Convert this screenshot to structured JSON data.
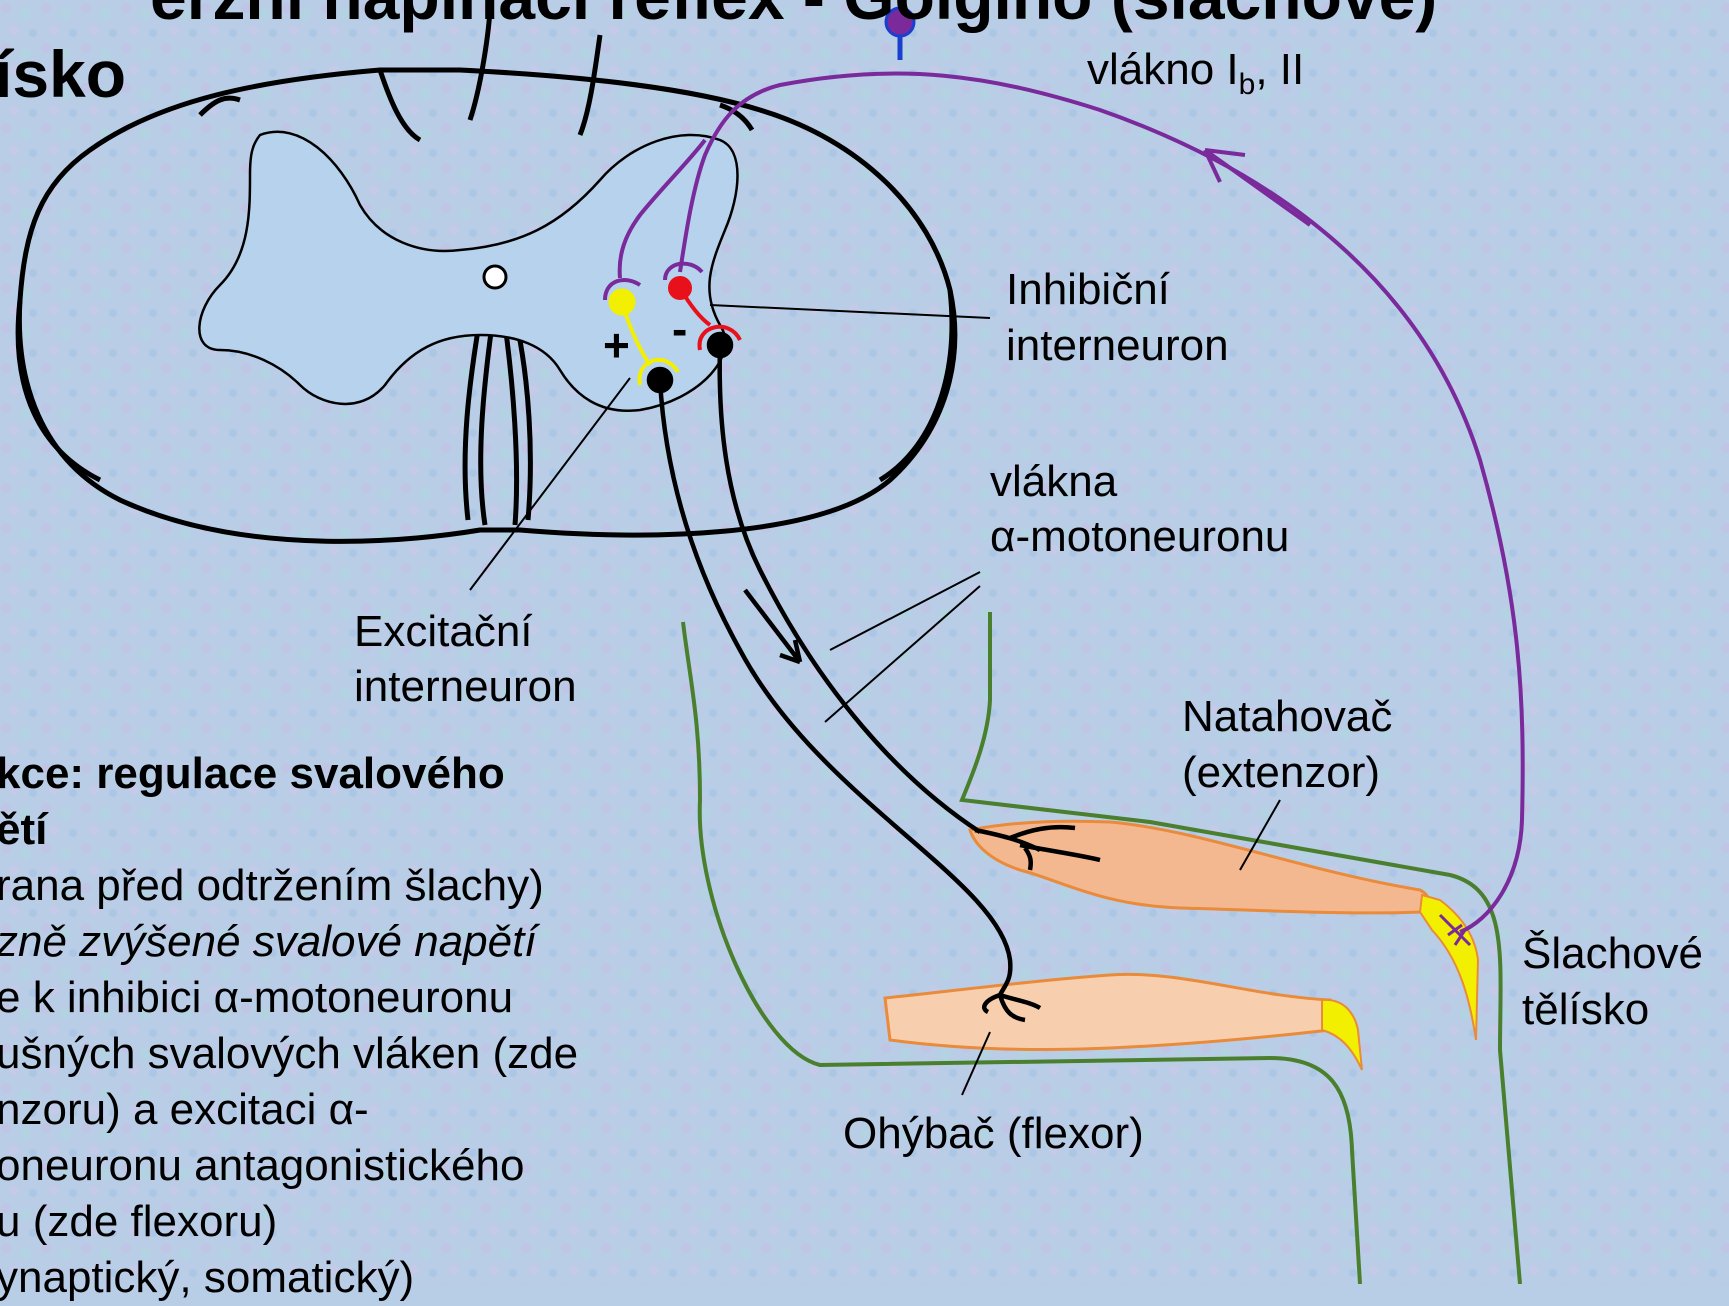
{
  "title": {
    "line1": "erzní napínací reflex - Golgiho (šlachové)",
    "line2": "ísko"
  },
  "labels": {
    "fiber_ib_main": "vlákno I",
    "fiber_ib_sub": "b",
    "fiber_ib_rest": ", II",
    "inhibitory_1": "Inhibiční",
    "inhibitory_2": "interneuron",
    "alpha_1": "vlákna",
    "alpha_2": "α-motoneuronu",
    "excitatory_1": "Excitační",
    "excitatory_2": "interneuron",
    "extensor_1": "Natahovač",
    "extensor_2": "(extenzor)",
    "tendon_1": "Šlachové",
    "tendon_2": "tělísko",
    "flexor": "Ohýbač (flexor)",
    "plus_sign": "+",
    "minus_sign": "-"
  },
  "left_text": {
    "line1": "kce: regulace svalového",
    "line2": "ětí",
    "line3": "rana před odtržením šlachy)",
    "line4": "zně zvýšené svalové napětí",
    "line5": "e k inhibici α-motoneuronu",
    "line6": "ušných svalových vláken (zde",
    "line7": "nzoru) a excitaci α-",
    "line8": "oneuronu antagonistického",
    "line9": "u (zde flexoru)",
    "line10": "ynaptický, somatický)"
  },
  "colors": {
    "background": "#b8cde6",
    "grey_matter": "#b5d0ea",
    "afferent_fiber": "#7a2a9a",
    "excitatory": "#f2ef00",
    "inhibitory": "#e8101a",
    "muscle_fill": "#f4b890",
    "muscle_stroke": "#e98b3a",
    "limb_outline": "#4a7f2e",
    "tendon": "#f2ef00"
  }
}
